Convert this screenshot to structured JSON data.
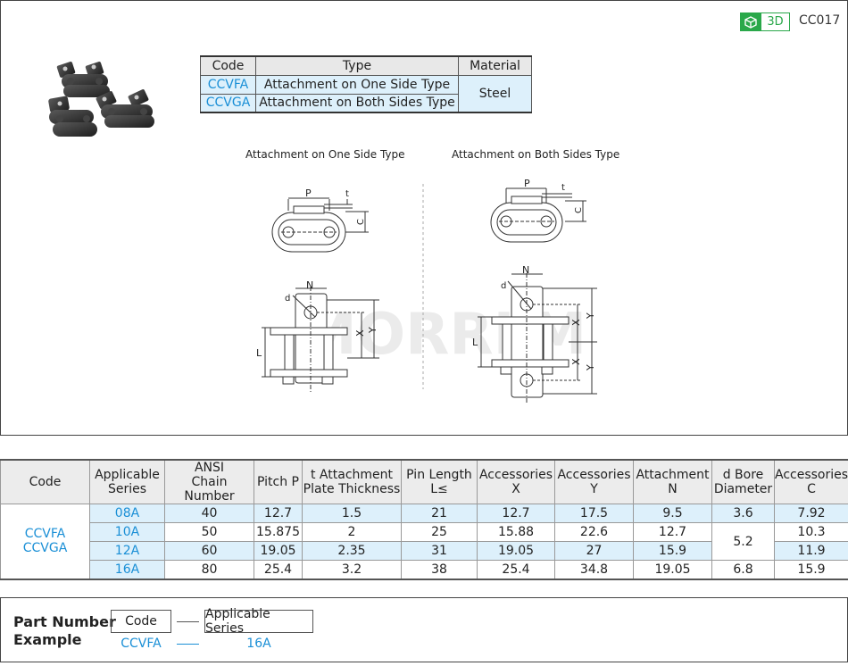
{
  "badge": {
    "label": "3D"
  },
  "product_code": "CC017",
  "code_table": {
    "headers": [
      "Code",
      "Type",
      "Material"
    ],
    "rows": [
      {
        "code": "CCVFA",
        "type": "Attachment on One Side Type"
      },
      {
        "code": "CCVGA",
        "type": "Attachment on Both Sides Type"
      }
    ],
    "material": "Steel"
  },
  "drawings": {
    "one_side_caption": "Attachment on One Side Type",
    "both_sides_caption": "Attachment on Both Sides Type",
    "dim_labels": {
      "P": "P",
      "t": "t",
      "C": "C",
      "N": "N",
      "d": "d",
      "X": "X",
      "Y": "Y",
      "L": "L"
    },
    "watermark": "MORRLM"
  },
  "spec_table": {
    "headers": [
      [
        "Code"
      ],
      [
        "Applicable",
        "Series"
      ],
      [
        "ANSI",
        "Chain Number"
      ],
      [
        "Pitch P"
      ],
      [
        "t Attachment",
        "Plate Thickness"
      ],
      [
        "Pin Length",
        "L≤"
      ],
      [
        "Accessories",
        "X"
      ],
      [
        "Accessories",
        "Y"
      ],
      [
        "Attachment",
        "N"
      ],
      [
        "d Bore",
        "Diameter"
      ],
      [
        "Accessories",
        "C"
      ]
    ],
    "codes": [
      "CCVFA",
      "CCVGA"
    ],
    "rows": [
      {
        "series": "08A",
        "ansi": "40",
        "pitch": "12.7",
        "t": "1.5",
        "pin": "21",
        "x": "12.7",
        "y": "17.5",
        "n": "9.5",
        "d": "3.6",
        "c": "7.92"
      },
      {
        "series": "10A",
        "ansi": "50",
        "pitch": "15.875",
        "t": "2",
        "pin": "25",
        "x": "15.88",
        "y": "22.6",
        "n": "12.7",
        "d": "5.2",
        "c": "10.3"
      },
      {
        "series": "12A",
        "ansi": "60",
        "pitch": "19.05",
        "t": "2.35",
        "pin": "31",
        "x": "19.05",
        "y": "27",
        "n": "15.9",
        "d": "5.2",
        "c": "11.9"
      },
      {
        "series": "16A",
        "ansi": "80",
        "pitch": "25.4",
        "t": "3.2",
        "pin": "38",
        "x": "25.4",
        "y": "34.8",
        "n": "19.05",
        "d": "6.8",
        "c": "15.9"
      }
    ]
  },
  "part_number": {
    "title_line1": "Part Number",
    "title_line2": "Example",
    "box1": "Code",
    "box2": "Applicable Series",
    "value1": "CCVFA",
    "value2": "16A"
  },
  "colors": {
    "accent_blue": "#1a8fd6",
    "cell_blue": "#ddf0fb",
    "badge_green": "#2aa84a"
  }
}
